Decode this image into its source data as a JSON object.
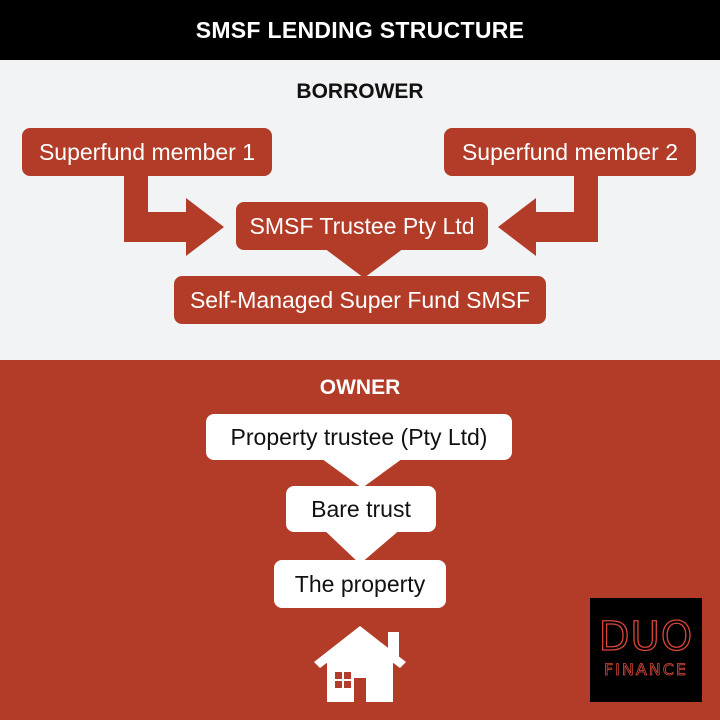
{
  "header": {
    "title": "SMSF LENDING STRUCTURE"
  },
  "borrower": {
    "title": "BORROWER",
    "member1": "Superfund member 1",
    "member2": "Superfund member 2",
    "trustee": "SMSF Trustee Pty Ltd",
    "fund": "Self-Managed Super Fund SMSF"
  },
  "owner": {
    "title": "OWNER",
    "property_trustee": "Property trustee (Pty Ltd)",
    "bare_trust": "Bare trust",
    "property": "The property"
  },
  "logo": {
    "main": "DUO",
    "sub": "FINANCE"
  },
  "icons": [
    "house-icon"
  ],
  "colors": {
    "accent_red": "#b23c28",
    "header_black": "#000000",
    "light_bg": "#f2f3f5",
    "white": "#ffffff"
  }
}
